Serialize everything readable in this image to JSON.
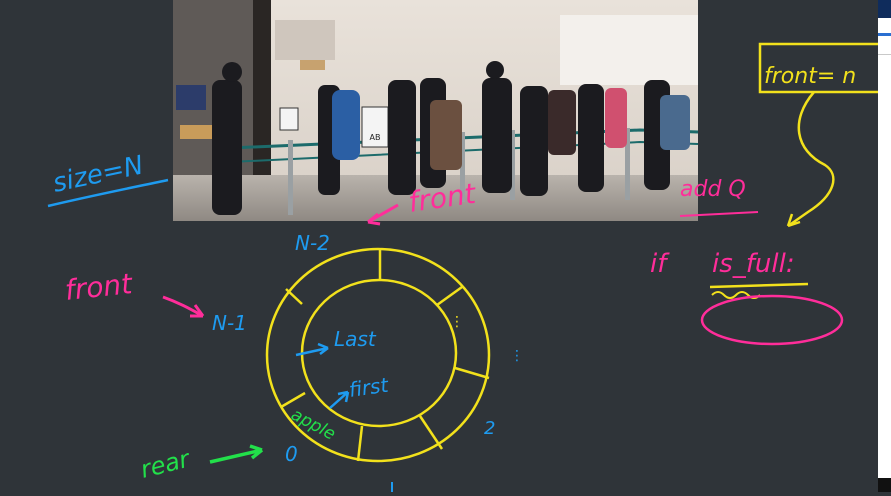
{
  "annotations": {
    "size_label": "size=N",
    "front_label_left": "front",
    "front_label_top": "front",
    "rear_label": "rear",
    "n_minus_2": "N-2",
    "n_minus_1": "N-1",
    "index_zero": "0",
    "index_two": "2",
    "last_label": "Last",
    "first_label": "first",
    "apple_label": "apple",
    "add_q_label": "add Q",
    "if_label": "if",
    "is_full_label": "is_full:",
    "front_box_label": "front= n",
    "dots": "⋮"
  },
  "colors": {
    "background": "#2f3439",
    "cyan": "#1e9bf0",
    "magenta": "#ff2d9a",
    "yellow": "#f2e11c",
    "green": "#22e04a",
    "white": "#ffffff"
  },
  "photo": {
    "description_icon": "queue-photo-icon",
    "sign_text": "AB"
  }
}
